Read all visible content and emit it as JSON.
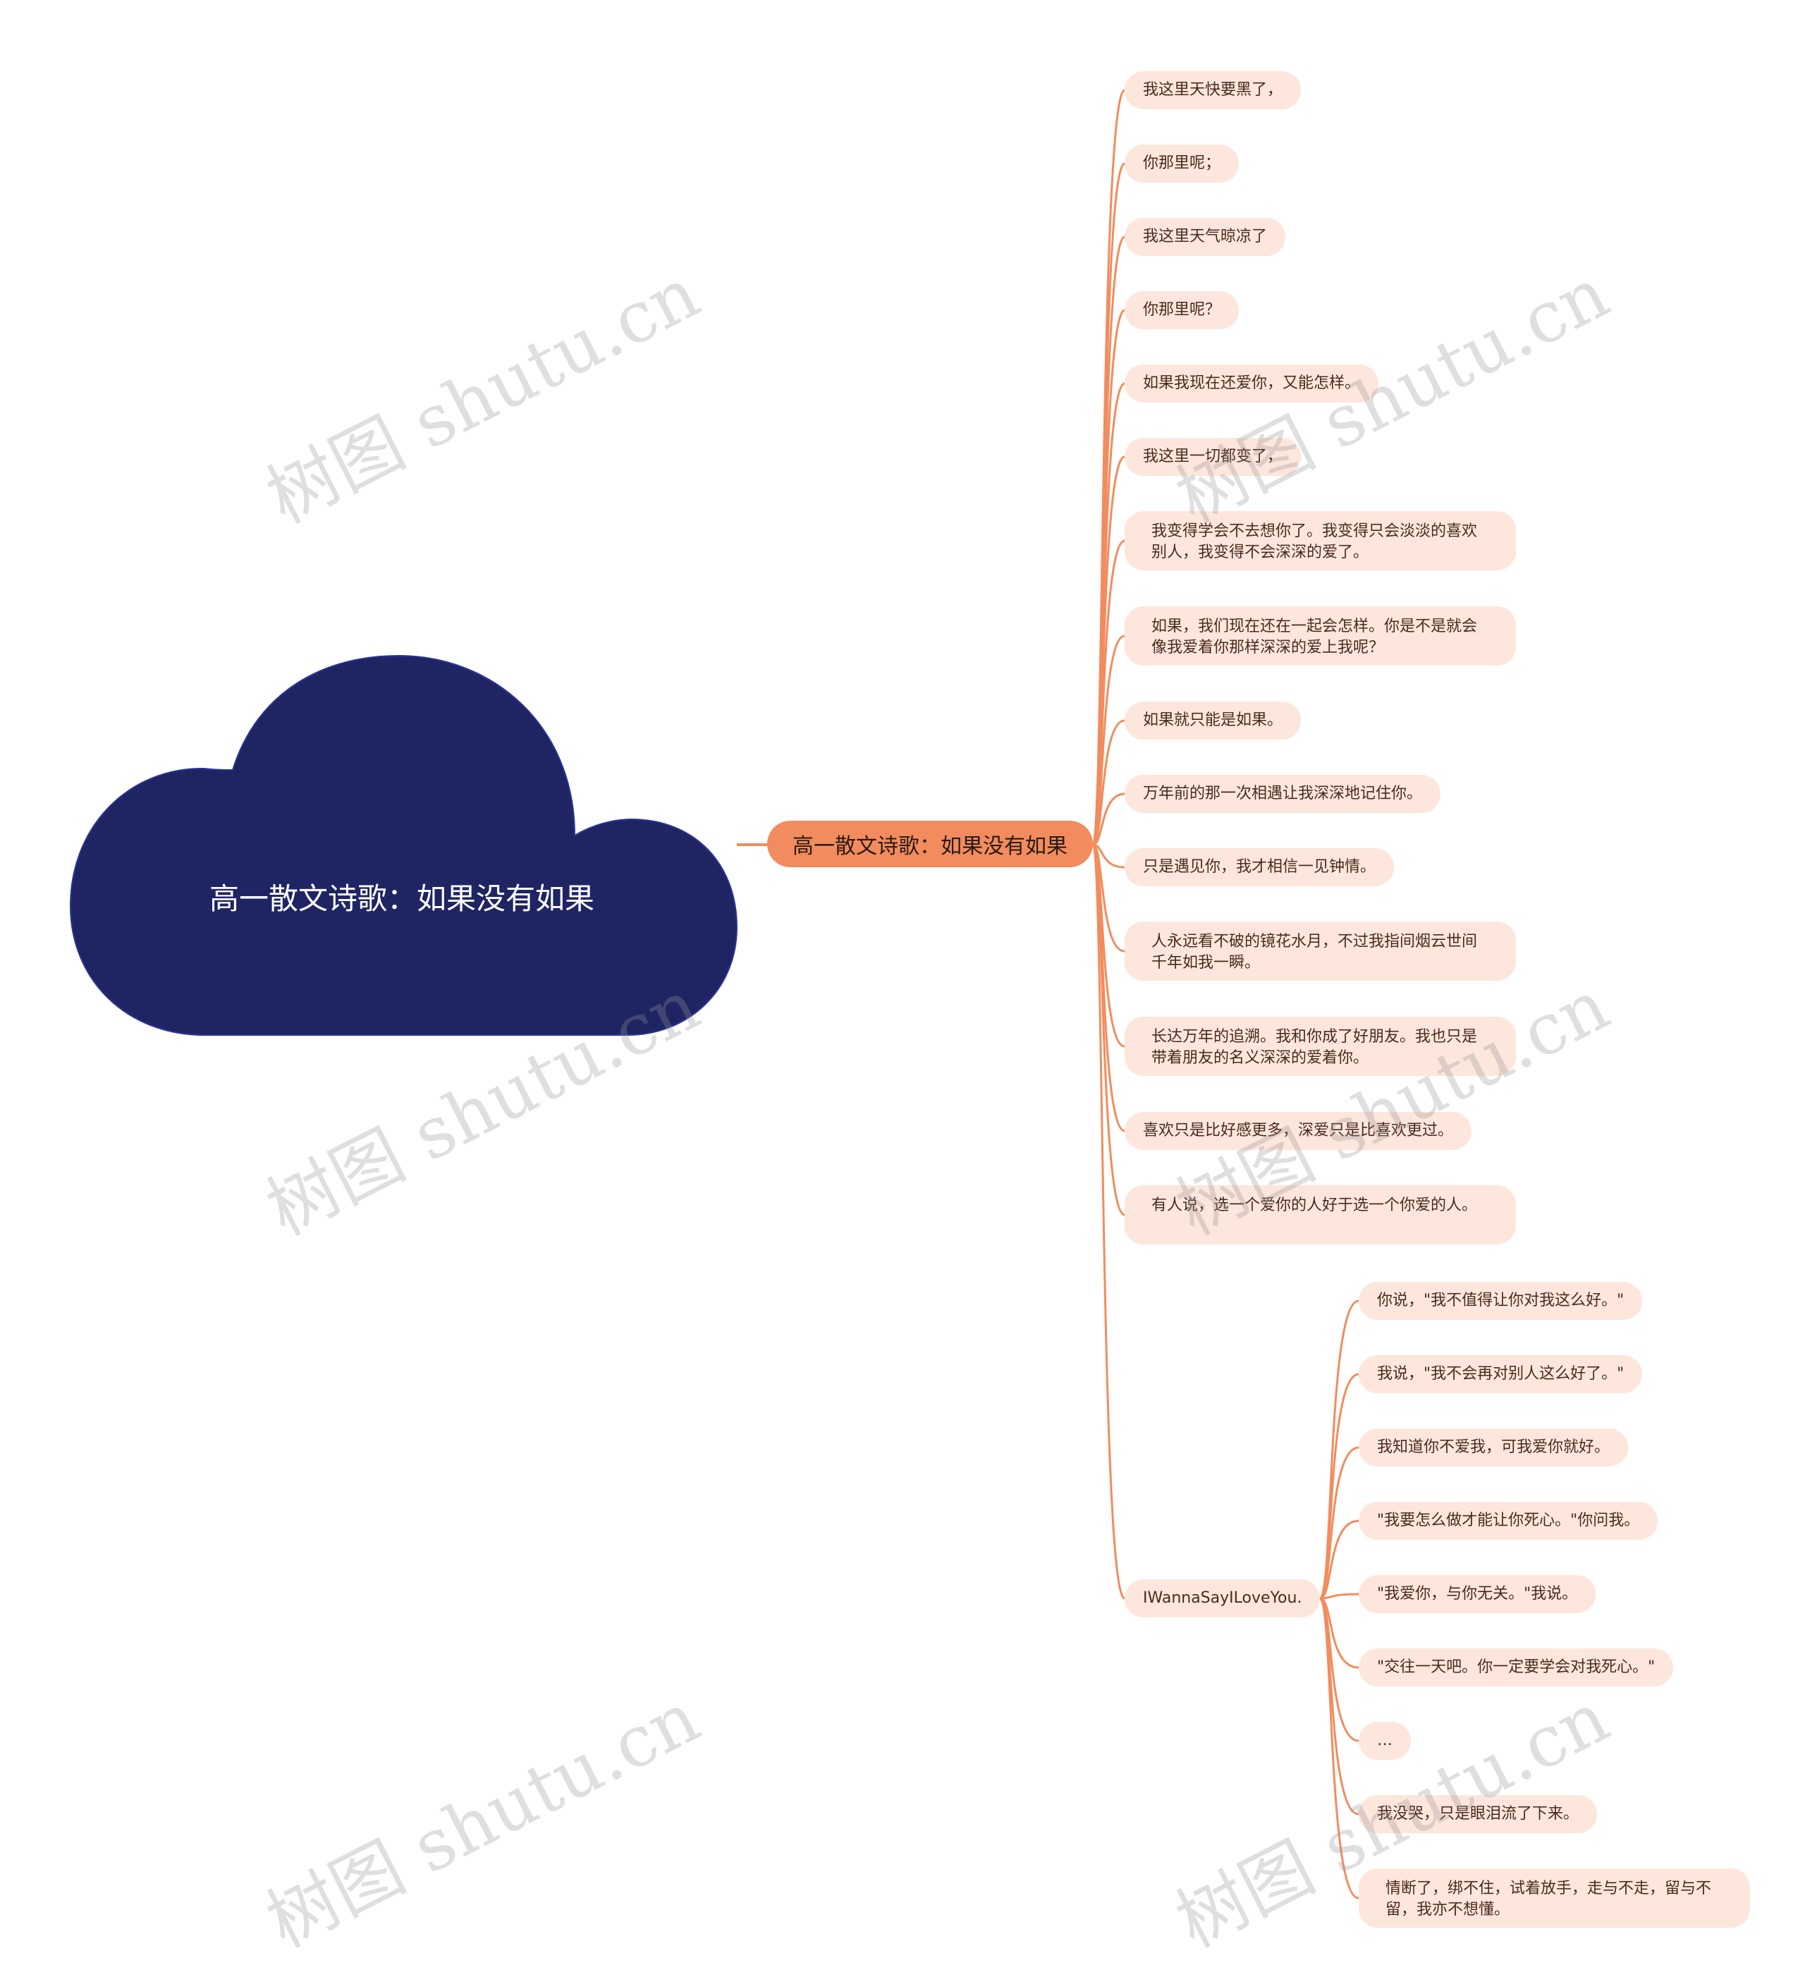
{
  "root": {
    "label": "高一散文诗歌：如果没有如果"
  },
  "main_node": {
    "label": "高一散文诗歌：如果没有如果"
  },
  "branches": [
    {
      "label": "我这里天快要黑了，"
    },
    {
      "label": "你那里呢；"
    },
    {
      "label": "我这里天气晾凉了"
    },
    {
      "label": "你那里呢？"
    },
    {
      "label": "如果我现在还爱你，又能怎样。"
    },
    {
      "label": "我这里一切都变了，"
    },
    {
      "label": "我变得学会不去想你了。我变得只会淡淡的喜欢别人，我变得不会深深的爱了。"
    },
    {
      "label": "如果，我们现在还在一起会怎样。你是不是就会像我爱着你那样深深的爱上我呢？"
    },
    {
      "label": "如果就只能是如果。"
    },
    {
      "label": "万年前的那一次相遇让我深深地记住你。"
    },
    {
      "label": "只是遇见你，我才相信一见钟情。"
    },
    {
      "label": "人永远看不破的镜花水月，不过我指间烟云世间千年如我一瞬。"
    },
    {
      "label": "长达万年的追溯。我和你成了好朋友。我也只是带着朋友的名义深深的爱着你。"
    },
    {
      "label": "喜欢只是比好感更多，深爱只是比喜欢更过。"
    },
    {
      "label": "有人说，选一个爱你的人好于选一个你爱的人。"
    }
  ],
  "sub_branch": {
    "label": "IWannaSayILoveYou.",
    "children": [
      {
        "label": "你说，\"我不值得让你对我这么好。\""
      },
      {
        "label": "我说，\"我不会再对别人这么好了。\""
      },
      {
        "label": "我知道你不爱我，可我爱你就好。"
      },
      {
        "label": "\"我要怎么做才能让你死心。\"你问我。"
      },
      {
        "label": "\"我爱你，与你无关。\"我说。"
      },
      {
        "label": "\"交往一天吧。你一定要学会对我死心。\""
      },
      {
        "label": "…"
      },
      {
        "label": "我没哭，只是眼泪流了下来。"
      },
      {
        "label": "情断了，绑不住，试着放手，走与不走，留与不留，我亦不想懂。"
      }
    ]
  },
  "watermark": {
    "text": "树图 shutu.cn"
  },
  "colors": {
    "cloud": "#1f2563",
    "main_node": "#f28c5e",
    "leaf": "#fde6dc",
    "line": "#f28c5e"
  }
}
